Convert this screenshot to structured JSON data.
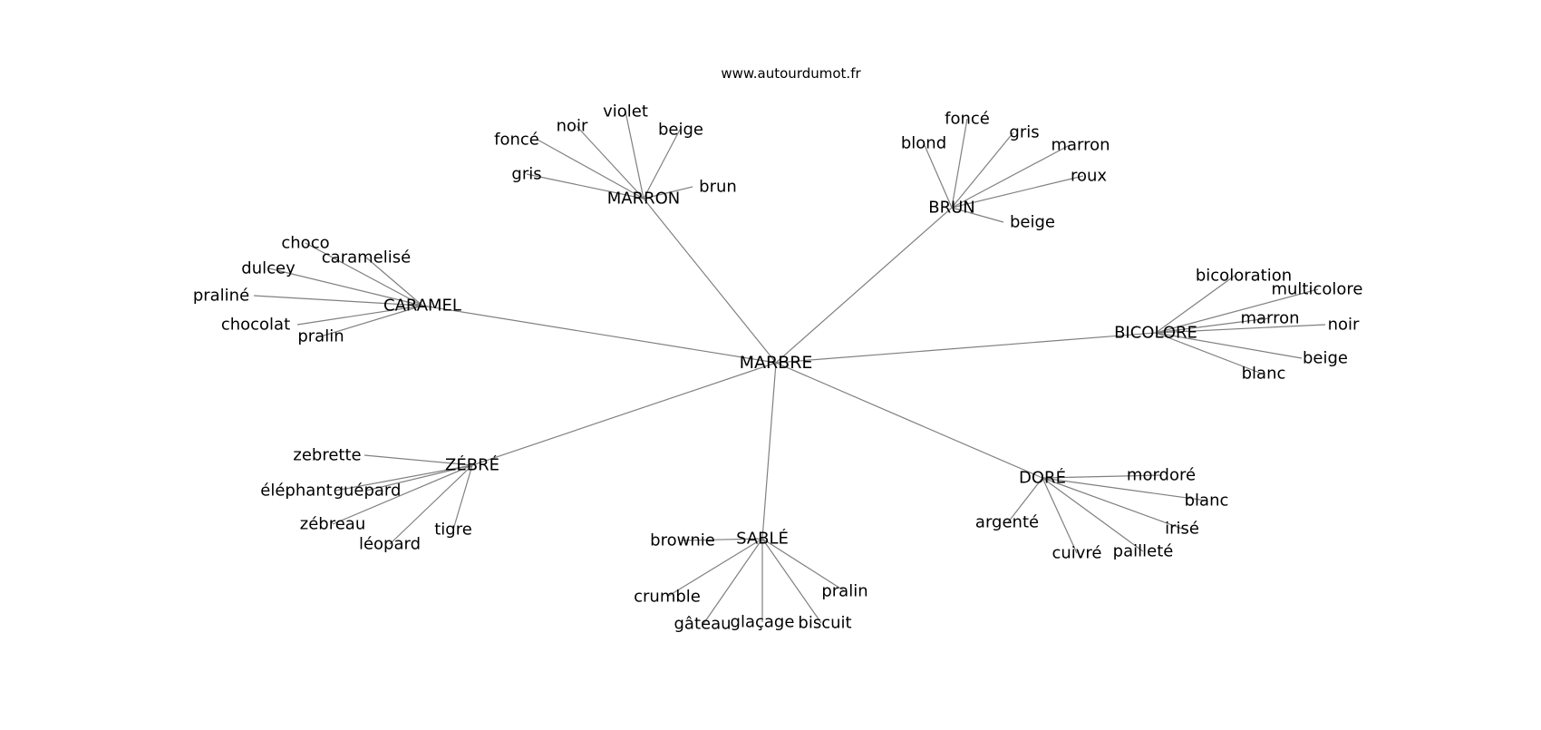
{
  "source": "www.autourdumot.fr",
  "graph": {
    "center": "MARBRE",
    "hubs": [
      {
        "label": "MARRON",
        "leaves": [
          "violet",
          "noir",
          "beige",
          "foncé",
          "gris",
          "brun"
        ]
      },
      {
        "label": "BRUN",
        "leaves": [
          "foncé",
          "gris",
          "blond",
          "marron",
          "roux",
          "beige"
        ]
      },
      {
        "label": "CARAMEL",
        "leaves": [
          "choco",
          "caramelisé",
          "dulcey",
          "praliné",
          "chocolat",
          "pralin"
        ]
      },
      {
        "label": "BICOLORE",
        "leaves": [
          "bicoloration",
          "multicolore",
          "marron",
          "noir",
          "beige",
          "blanc"
        ]
      },
      {
        "label": "ZÉBRÉ",
        "leaves": [
          "zebrette",
          "éléphant",
          "guépard",
          "zébreau",
          "léopard",
          "tigre"
        ]
      },
      {
        "label": "DORÉ",
        "leaves": [
          "mordoré",
          "blanc",
          "argenté",
          "irisé",
          "cuivré",
          "pailleté"
        ]
      },
      {
        "label": "SABLÉ",
        "leaves": [
          "brownie",
          "pralin",
          "crumble",
          "gâteau",
          "glaçage",
          "biscuit"
        ]
      }
    ]
  }
}
